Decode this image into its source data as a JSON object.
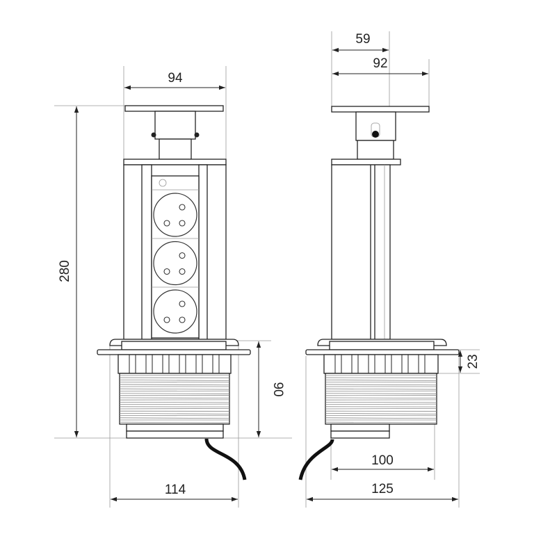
{
  "drawing": {
    "front_view": {
      "dimensions": {
        "width_top": "94",
        "height_total": "280",
        "height_base": "90",
        "width_flange": "114"
      },
      "socket_count": 3
    },
    "side_view": {
      "dimensions": {
        "depth_box": "59",
        "depth_top": "92",
        "flange_thickness": "23",
        "base_diameter": "100",
        "flange_diameter": "125"
      }
    },
    "colors": {
      "line": "#222222",
      "thread": "#888888"
    }
  }
}
